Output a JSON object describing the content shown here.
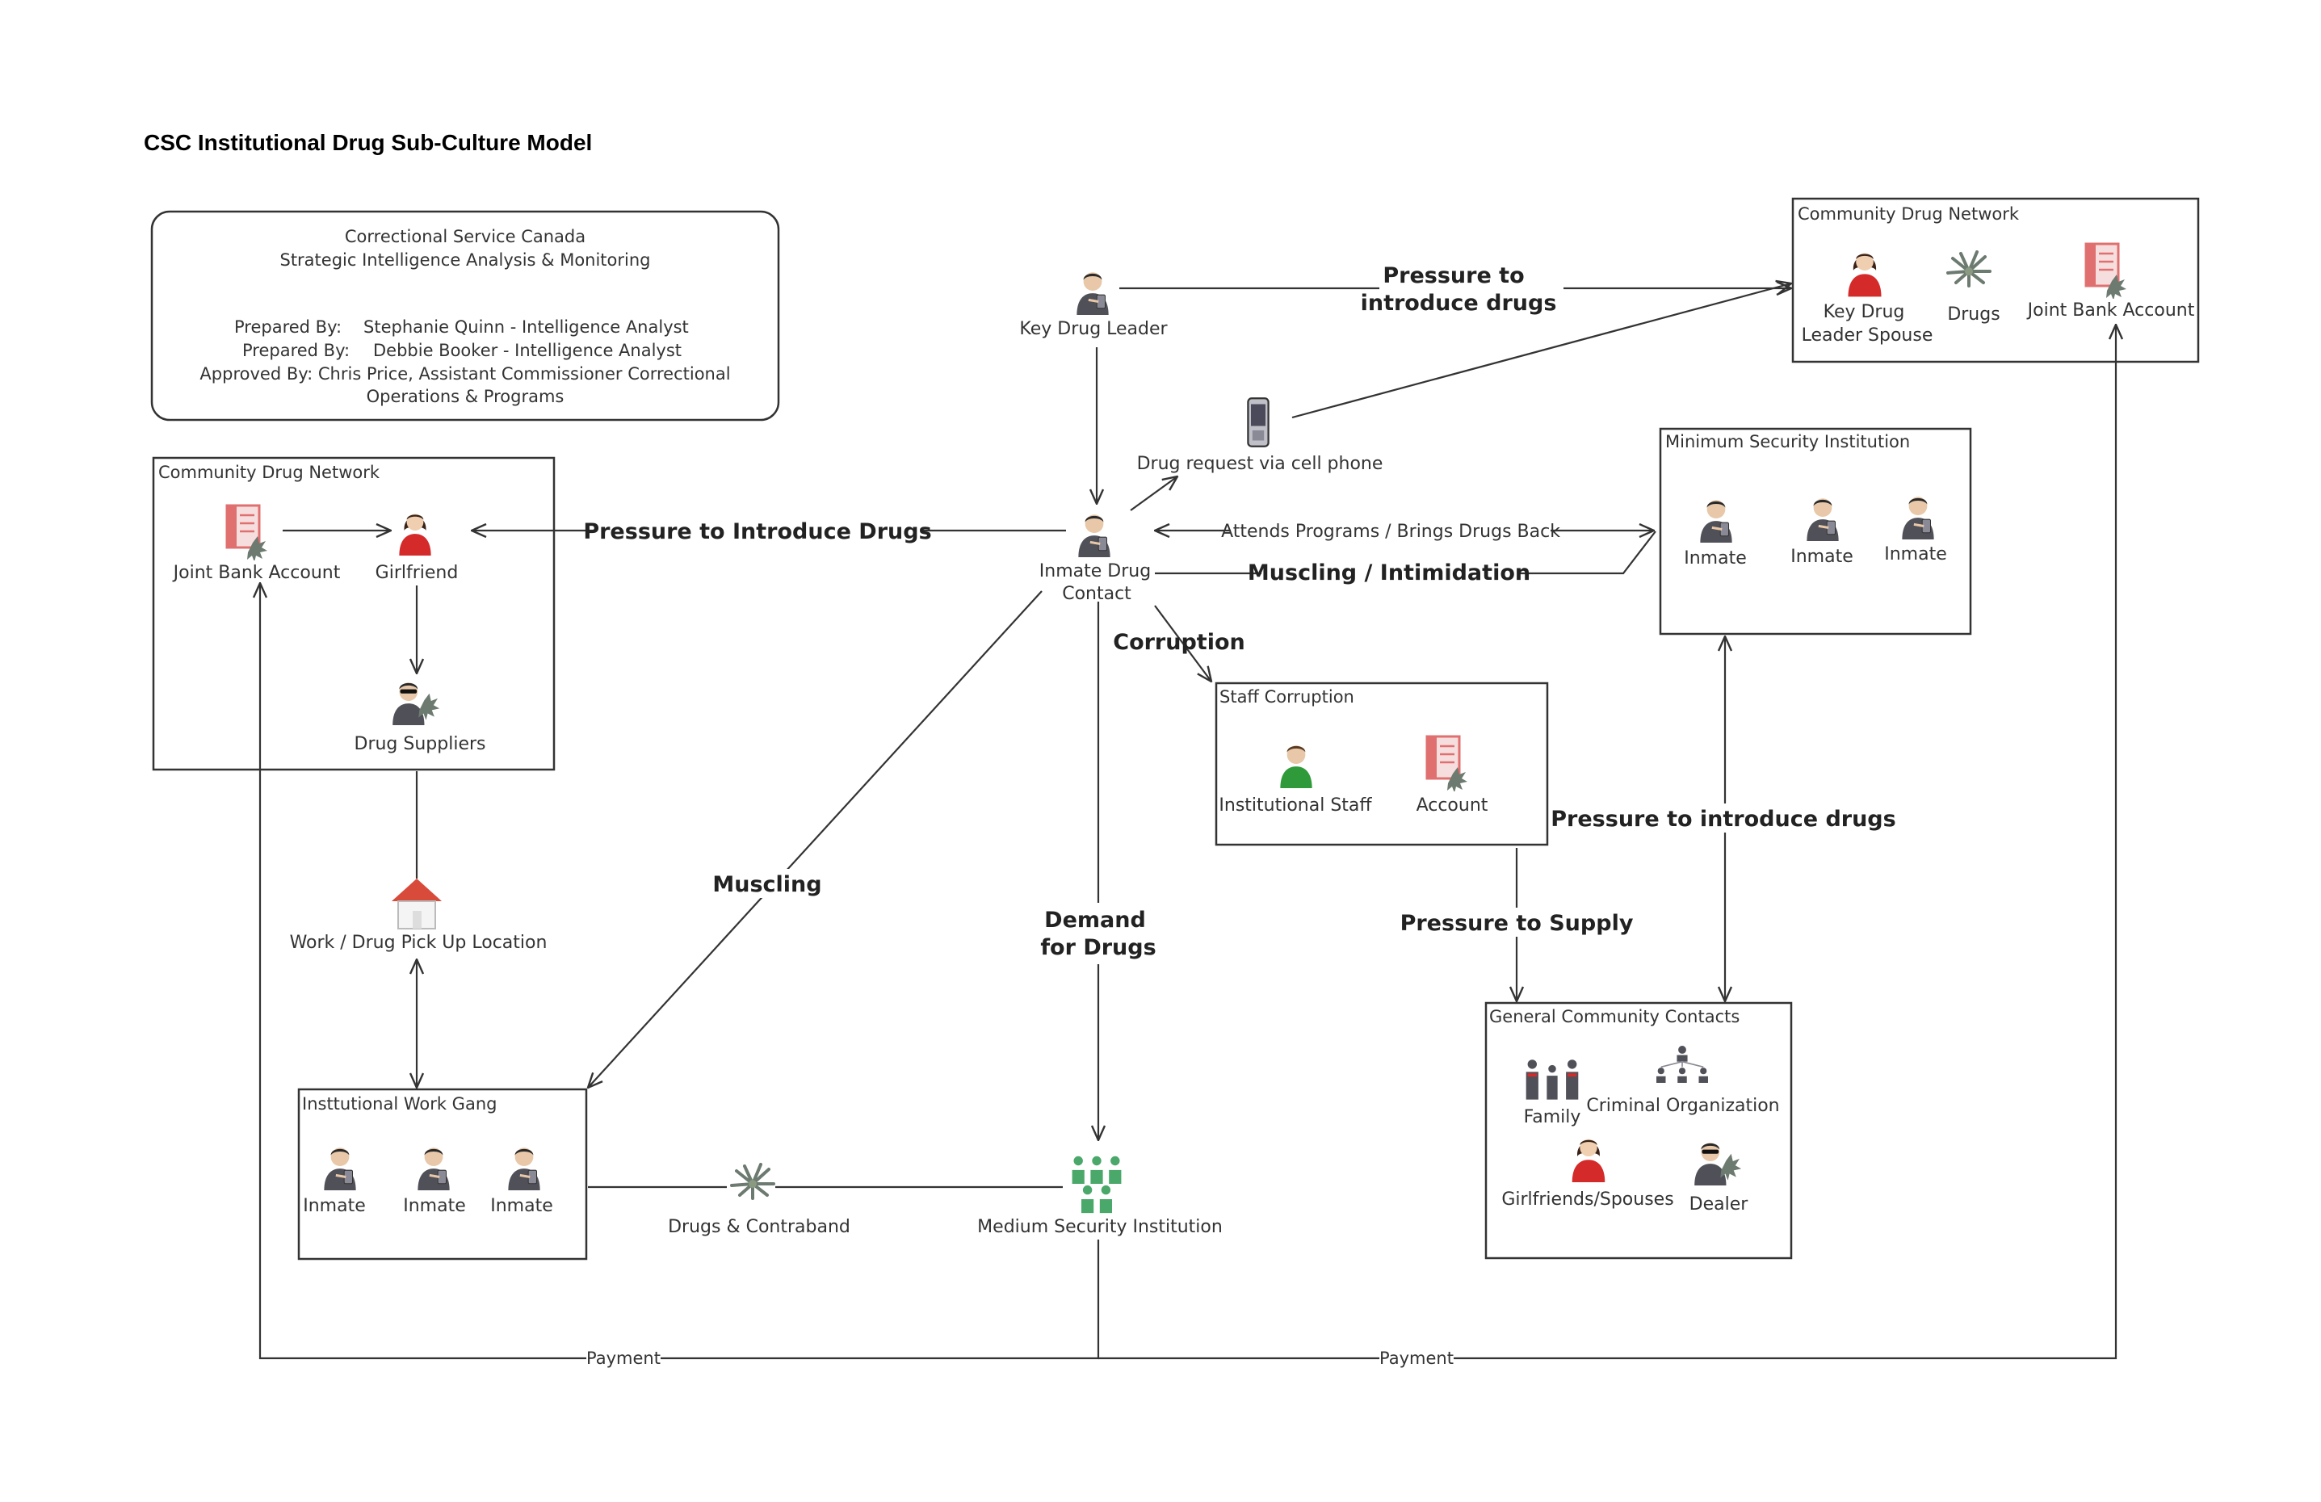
{
  "title": "CSC Institutional  Drug Sub-Culture Model",
  "info_box": {
    "org": "Correctional Service Canada",
    "unit": "Strategic Intelligence Analysis & Monitoring",
    "prepared_by_1_label": "Prepared By:",
    "prepared_by_1_name": "Stephanie Quinn - Intelligence Analyst",
    "prepared_by_2_label": "Prepared By:",
    "prepared_by_2_name": "Debbie Booker - Intelligence Analyst",
    "approved_by": "Approved By: Chris Price, Assistant Commissioner Correctional",
    "approved_by_line2": "Operations & Programs"
  },
  "groups": {
    "community_left": {
      "title": "Community Drug Network",
      "joint_bank_account": "Joint Bank Account",
      "girlfriend": "Girlfriend",
      "drug_suppliers": "Drug Suppliers"
    },
    "community_right": {
      "title": "Community Drug Network",
      "spouse_line1": "Key Drug",
      "spouse_line2": "Leader Spouse",
      "drugs": "Drugs",
      "joint_bank_account": "Joint Bank Account"
    },
    "minimum_security": {
      "title": "Minimum Security Institution",
      "inmates": [
        "Inmate",
        "Inmate",
        "Inmate"
      ]
    },
    "staff_corruption": {
      "title": "Staff Corruption",
      "staff": "Institutional Staff",
      "account": "Account"
    },
    "work_gang": {
      "title": "Insttutional Work Gang",
      "inmates": [
        "Inmate",
        "Inmate",
        "Inmate"
      ]
    },
    "general_contacts": {
      "title": "General Community Contacts",
      "family": "Family",
      "criminal_org": "Criminal Organization",
      "girlfriends": "Girlfriends/Spouses",
      "dealer": "Dealer"
    }
  },
  "nodes": {
    "key_drug_leader": "Key Drug Leader",
    "inmate_contact_line1": "Inmate Drug",
    "inmate_contact_line2": "Contact",
    "cell_phone": "Drug request via cell phone",
    "pickup_location": "Work / Drug Pick Up Location",
    "drugs_contraband": "Drugs & Contraband",
    "medium_security": "Medium Security Institution"
  },
  "edges": {
    "pressure_introduce_drugs_top_1": "Pressure to",
    "pressure_introduce_drugs_top_2": "introduce drugs",
    "pressure_to_introduce_drugs": "Pressure to Introduce Drugs",
    "attends_programs": "Attends Programs / Brings Drugs Back",
    "muscling_intimidation": "Muscling / Intimidation",
    "corruption": "Corruption",
    "muscling": "Muscling",
    "demand_1": "Demand",
    "demand_2": "for Drugs",
    "pressure_introduce_min": "Pressure to introduce drugs",
    "pressure_to_supply": "Pressure to Supply",
    "payment_left": "Payment",
    "payment_right": "Payment"
  },
  "icon_colors": {
    "person_dark": "#505058",
    "person_red": "#d42a2a",
    "person_green": "#2e9a3a",
    "account_pink": "#e07070",
    "house_red": "#d84a3a",
    "crowd_green": "#4aa86a",
    "drug_gray": "#6c7a70"
  }
}
